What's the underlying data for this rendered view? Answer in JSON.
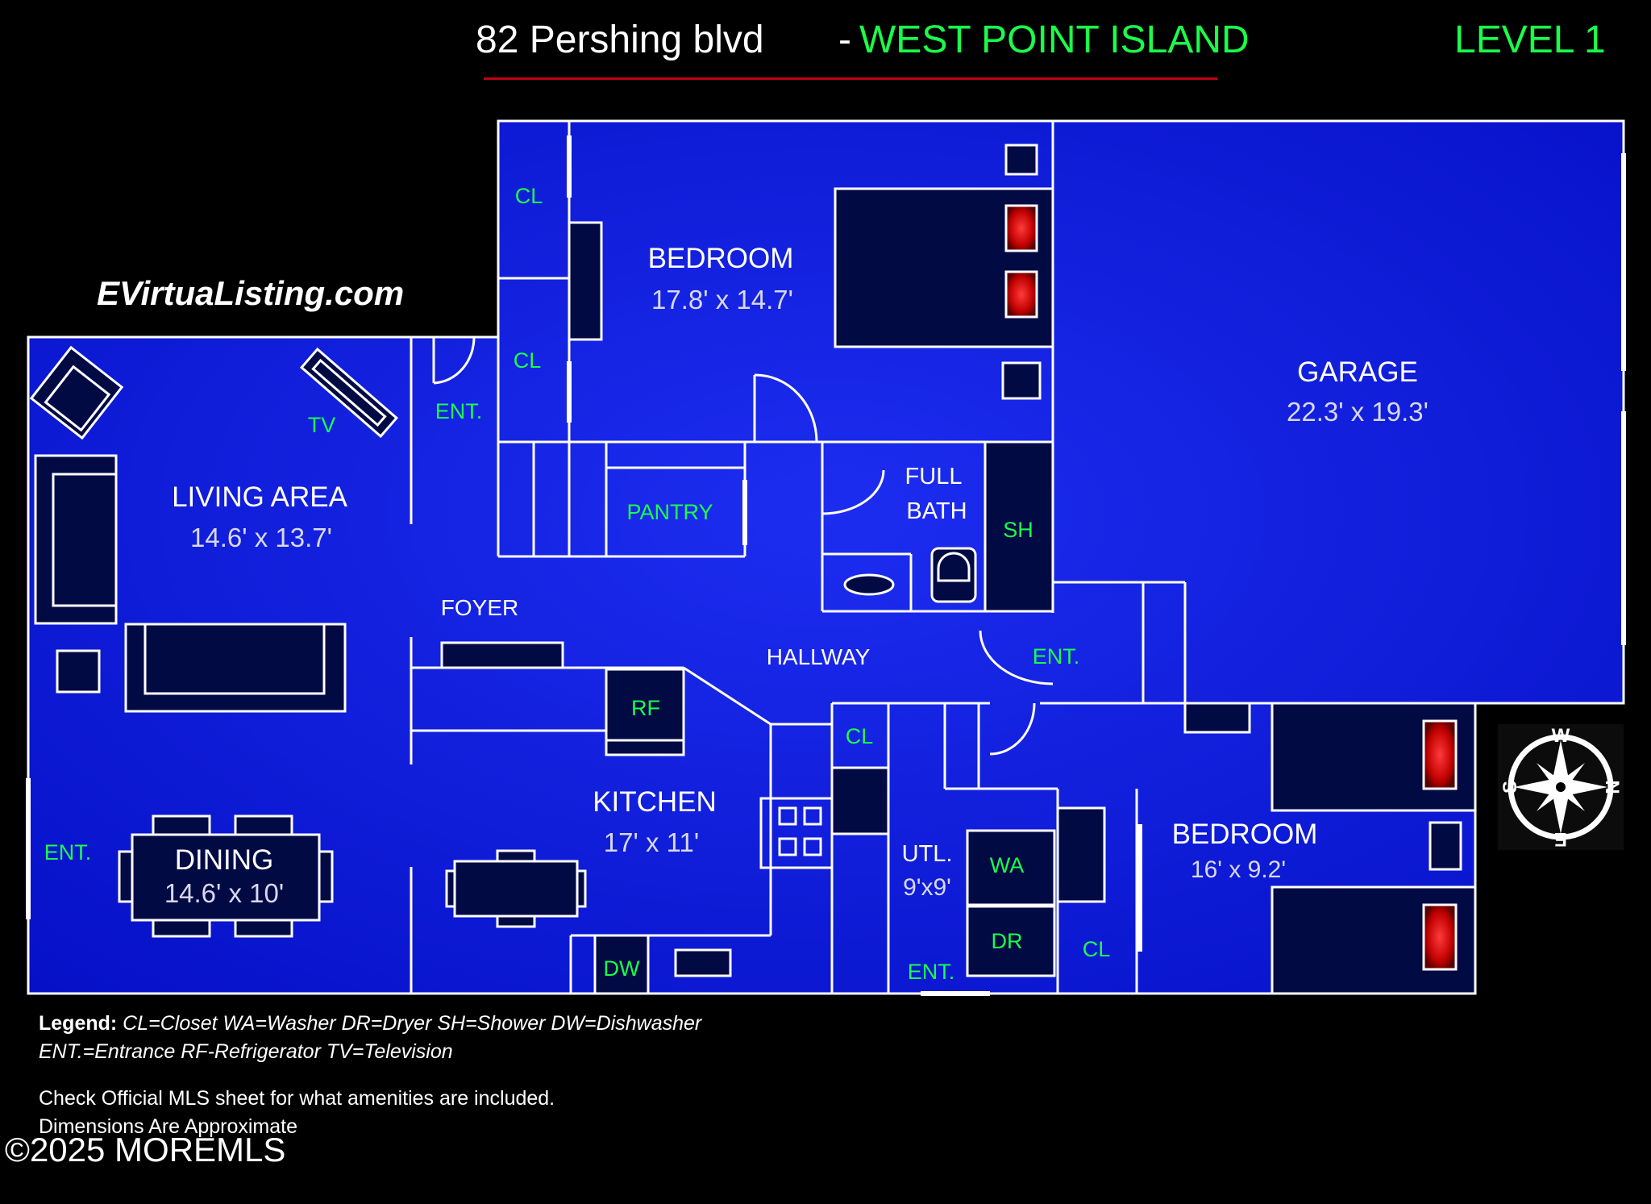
{
  "header": {
    "address": "82 Pershing blvd",
    "separator": "-",
    "place": "WEST POINT ISLAND",
    "level": "LEVEL 1"
  },
  "site": "EVirtuaListing.com",
  "rooms": {
    "bedroom_main": {
      "name": "BEDROOM",
      "dims": "17.8' x 14.7'"
    },
    "garage": {
      "name": "GARAGE",
      "dims": "22.3' x 19.3'"
    },
    "living": {
      "name": "LIVING AREA",
      "dims": "14.6' x 13.7'"
    },
    "kitchen": {
      "name": "KITCHEN",
      "dims": "17' x 11'"
    },
    "dining": {
      "name": "DINING",
      "dims": "14.6' x 10'"
    },
    "utility": {
      "name": "UTL.",
      "dims": "9'x9'"
    },
    "bedroom_2": {
      "name": "BEDROOM",
      "dims": "16' x 9.2'"
    },
    "bath_line1": "FULL",
    "bath_line2": "BATH",
    "foyer": "FOYER",
    "hallway": "HALLWAY"
  },
  "labels": {
    "cl": "CL",
    "ent": "ENT.",
    "tv": "TV",
    "pantry": "PANTRY",
    "sh": "SH",
    "rf": "RF",
    "wa": "WA",
    "dr": "DR",
    "dw": "DW"
  },
  "compass": {
    "w": "W",
    "n": "N",
    "s": "S",
    "e": "E"
  },
  "legend": {
    "heading": "Legend:",
    "line1": "CL=Closet  WA=Washer  DR=Dryer SH=Shower  DW=Dishwasher",
    "line2": "ENT.=Entrance RF-Refrigerator TV=Television"
  },
  "notes": {
    "line1": "Check Official MLS sheet for what amenities are included.",
    "line2": "Dimensions Are Approximate"
  },
  "copyright": "©2025 MOREMLS",
  "colors": {
    "floor": "#0a14d8",
    "room_name": "#ffffff",
    "room_dims": "#d8d8ee",
    "abbrev": "#1aff4a",
    "title_rule": "#c00018"
  }
}
